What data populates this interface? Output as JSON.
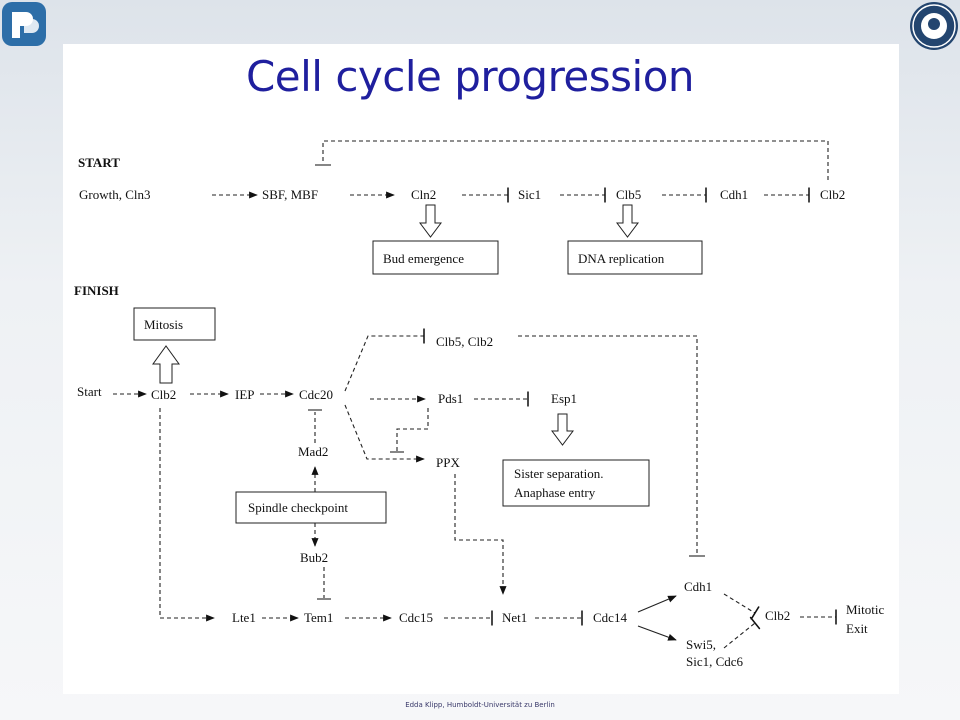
{
  "title": "Cell cycle progression",
  "footer": "Edda Klipp, Humboldt-Universität zu Berlin",
  "start_section": {
    "heading": "START",
    "nodes": {
      "growth": "Growth, Cln3",
      "sbf": "SBF, MBF",
      "cln2": "Cln2",
      "sic1": "Sic1",
      "clb5": "Clb5",
      "cdh1": "Cdh1",
      "clb2": "Clb2"
    },
    "boxes": {
      "bud": "Bud emergence",
      "dna": "DNA replication"
    }
  },
  "finish_section": {
    "heading": "FINISH",
    "nodes": {
      "start": "Start",
      "clb2": "Clb2",
      "iep": "IEP",
      "cdc20": "Cdc20",
      "clb5clb2": "Clb5, Clb2",
      "pds1": "Pds1",
      "esp1": "Esp1",
      "ppx": "PPX",
      "mad2": "Mad2",
      "bub2": "Bub2",
      "lte1": "Lte1",
      "tem1": "Tem1",
      "cdc15": "Cdc15",
      "net1": "Net1",
      "cdc14": "Cdc14",
      "cdh1": "Cdh1",
      "swi5_1": "Swi5,",
      "swi5_2": "Sic1, Cdc6",
      "clb2b": "Clb2",
      "exit1": "Mitotic",
      "exit2": "Exit"
    },
    "boxes": {
      "mitosis": "Mitosis",
      "spindle": "Spindle checkpoint",
      "sister1": "Sister separation.",
      "sister2": "Anaphase entry"
    }
  }
}
